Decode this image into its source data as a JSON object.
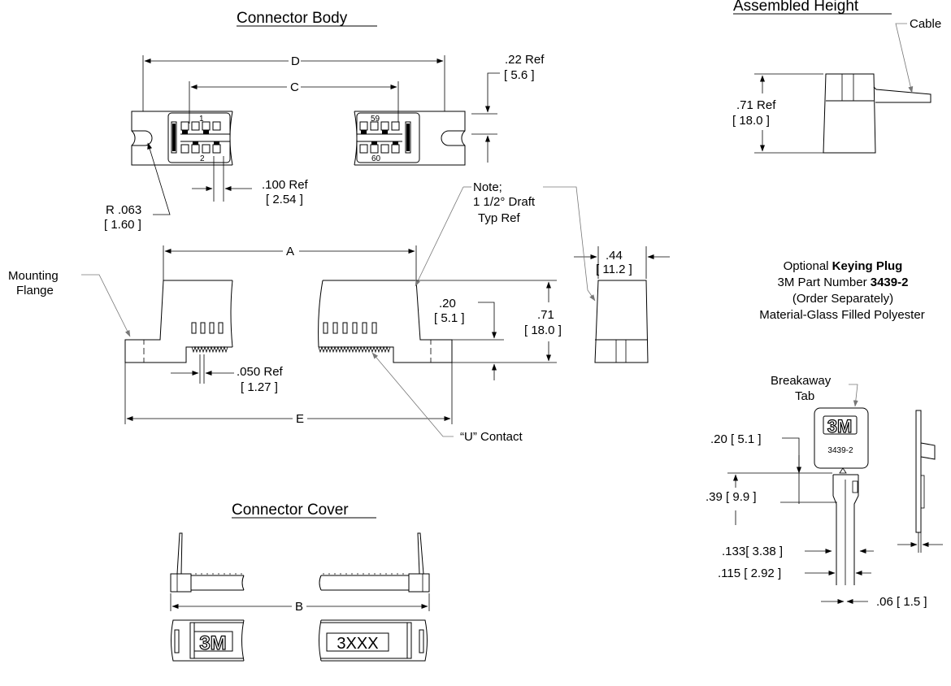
{
  "titles": {
    "connector_body": "Connector Body",
    "assembled_height": "Assembled Height",
    "connector_cover": "Connector Cover"
  },
  "dims": {
    "d": "D",
    "c": "C",
    "a": "A",
    "e": "E",
    "b": "B",
    "ref22_in": ".22 Ref",
    "ref22_mm": "[ 5.6 ]",
    "ref100_in": ".100 Ref",
    "ref100_mm": "[ 2.54 ]",
    "r063_in": "R .063",
    "r063_mm": "[ 1.60 ]",
    "ref050_in": ".050 Ref",
    "ref050_mm": "[ 1.27 ]",
    "d20_in": ".20",
    "d20_mm": "[ 5.1 ]",
    "d71_in": ".71",
    "d71_mm": "[ 18.0 ]",
    "d44_in": ".44",
    "d44_mm": "[ 11.2 ]",
    "ref71_in": ".71 Ref",
    "ref71_mm": "[ 18.0 ]"
  },
  "labels": {
    "mounting_line1": "Mounting",
    "mounting_line2": "Flange",
    "note_line1": "Note;",
    "note_line2": "1 1/2° Draft",
    "note_line3": "Typ Ref",
    "u_contact": "“U” Contact",
    "cable": "Cable",
    "pin1": "1",
    "pin2": "2",
    "pin59": "59",
    "pin60": "60",
    "logo": "3M",
    "part_marking": "3XXX"
  },
  "keying_plug": {
    "line1_prefix": "Optional ",
    "line1_bold": "Keying Plug",
    "line2_prefix": "3M Part Number ",
    "line2_bold": "3439-2",
    "line3": "(Order Separately)",
    "line4": "Material-Glass Filled Polyester",
    "breakaway1": "Breakaway",
    "breakaway2": "Tab",
    "plug_logo": "3M",
    "plug_part": "3439-2",
    "dim20": ".20 [ 5.1 ]",
    "dim39": ".39 [ 9.9 ]",
    "dim133": ".133[ 3.38 ]",
    "dim115": ".115 [ 2.92 ]",
    "dim06": ".06 [ 1.5 ]"
  }
}
